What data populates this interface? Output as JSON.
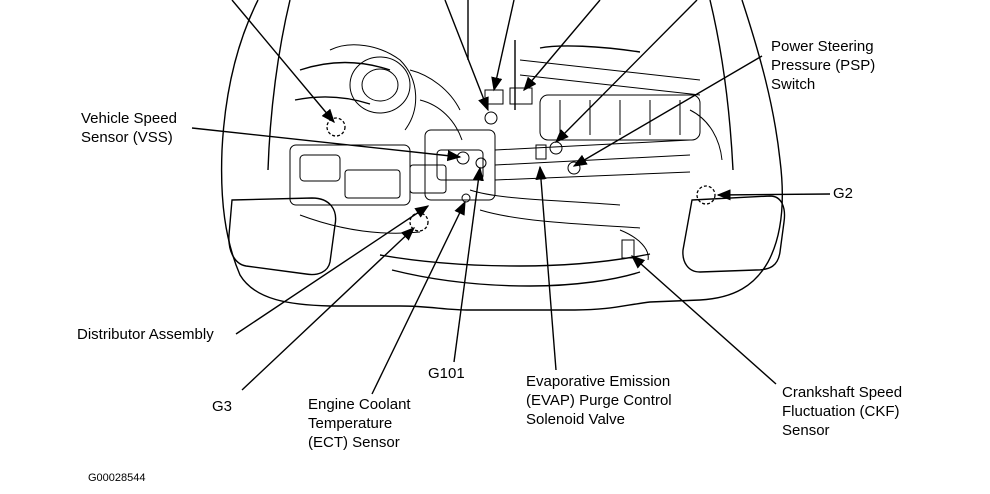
{
  "labels": {
    "psp": [
      "Power Steering",
      "Pressure (PSP)",
      "Switch"
    ],
    "vss": [
      "Vehicle Speed",
      "Sensor (VSS)"
    ],
    "g2": [
      "G2"
    ],
    "distributor": [
      "Distributor Assembly"
    ],
    "g101": [
      "G101"
    ],
    "g3": [
      "G3"
    ],
    "ect": [
      "Engine Coolant",
      "Temperature",
      "(ECT) Sensor"
    ],
    "evap": [
      "Evaporative Emission",
      "(EVAP) Purge Control",
      "Solenoid Valve"
    ],
    "ckf": [
      "Crankshaft Speed",
      "Fluctuation (CKF)",
      "Sensor"
    ]
  },
  "figure_id": "G00028544"
}
